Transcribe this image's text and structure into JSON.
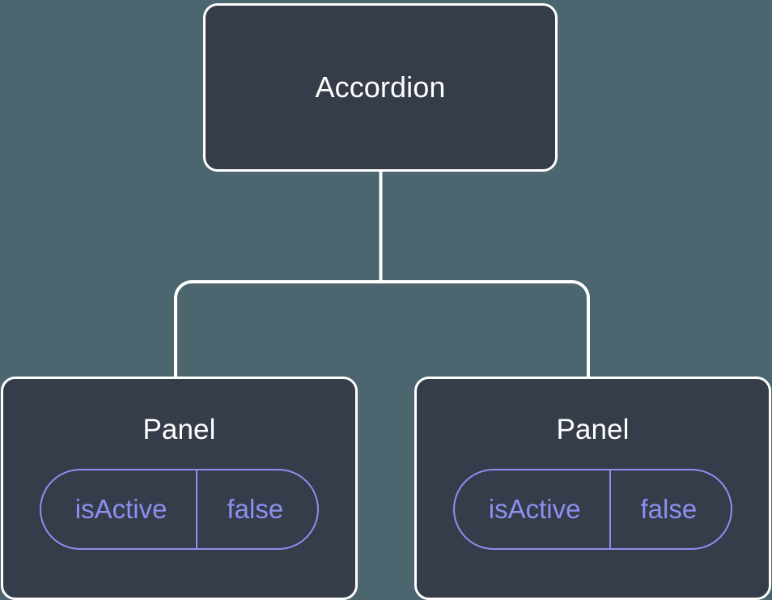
{
  "canvas": {
    "background_color": "#4c666f",
    "node_fill_color": "#353c4a",
    "node_border_color": "#ffffff",
    "edge_color": "#ffffff",
    "accent_color": "#8e8ff0"
  },
  "tree": {
    "root": {
      "title": "Accordion"
    },
    "children": [
      {
        "title": "Panel",
        "state": {
          "key": "isActive",
          "value": "false"
        }
      },
      {
        "title": "Panel",
        "state": {
          "key": "isActive",
          "value": "false"
        }
      }
    ]
  }
}
